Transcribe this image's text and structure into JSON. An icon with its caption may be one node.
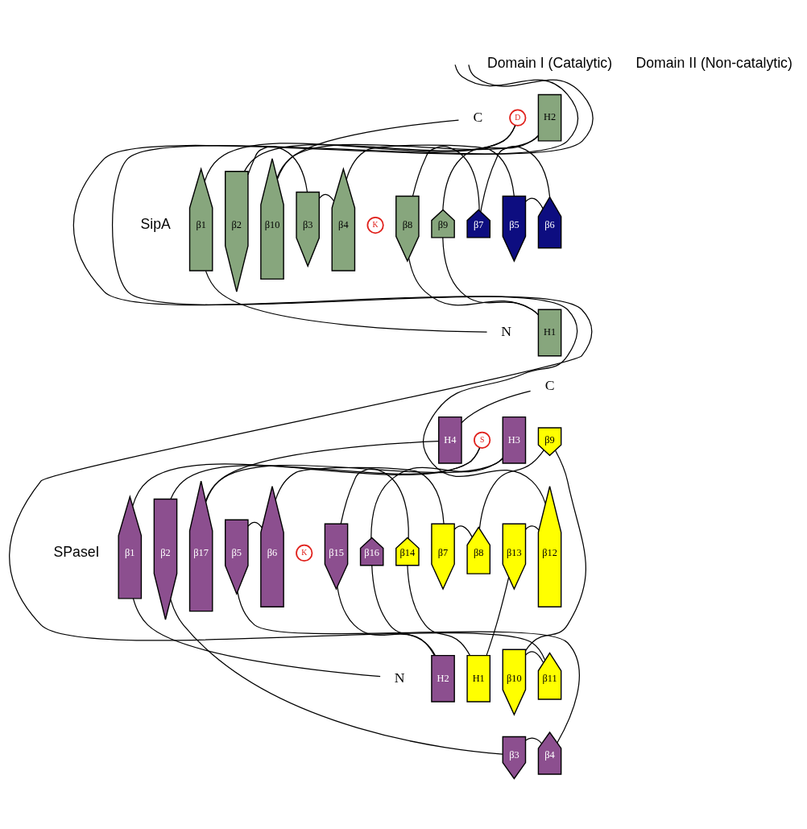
{
  "diagram": {
    "nodes": [
      {
        "text": [
          "N"
        ]
      },
      {
        "text": [
          "β1"
        ]
      },
      {
        "text": [
          "D"
        ]
      },
      {
        "text": [
          "β2"
        ]
      },
      {
        "text": [
          "β10"
        ]
      },
      {
        "text": [
          "C"
        ]
      },
      {
        "text": [
          "β3"
        ]
      },
      {
        "text": [
          "β4"
        ]
      },
      {
        "text": [
          "K"
        ]
      },
      {
        "text": [
          "β8"
        ]
      },
      {
        "text": [
          "H2"
        ]
      },
      {
        "text": [
          "β9"
        ]
      },
      {
        "text": [
          "H1"
        ]
      },
      {
        "text": [
          "β7"
        ]
      },
      {
        "text": [
          "β5"
        ]
      },
      {
        "text": [
          "β6"
        ]
      },
      {
        "text": [
          "C"
        ]
      },
      {
        "text": [
          "H4"
        ]
      },
      {
        "text": [
          "S"
        ]
      },
      {
        "text": [
          "β1"
        ]
      },
      {
        "text": [
          "β2"
        ]
      },
      {
        "text": [
          "β17"
        ]
      },
      {
        "text": [
          "β5"
        ]
      },
      {
        "text": [
          "β6"
        ]
      },
      {
        "text": [
          "K"
        ]
      },
      {
        "text": [
          "β15"
        ]
      },
      {
        "text": [
          "H3"
        ]
      },
      {
        "text": [
          "β16"
        ]
      },
      {
        "text": [
          "H2"
        ]
      },
      {
        "text": [
          "N"
        ]
      },
      {
        "text": [
          "β3"
        ]
      },
      {
        "text": [
          "β4"
        ]
      },
      {
        "text": [
          "β14"
        ]
      },
      {
        "text": [
          "H1"
        ]
      },
      {
        "text": [
          "β7"
        ]
      },
      {
        "text": [
          "β8"
        ]
      },
      {
        "text": [
          "β13"
        ]
      },
      {
        "text": [
          "β12"
        ]
      },
      {
        "text": [
          "β9"
        ]
      },
      {
        "text": [
          "β10"
        ]
      },
      {
        "text": [
          "β11"
        ]
      }
    ],
    "edges": [
      {
        "from": 0,
        "to": 1,
        "arrow": "none"
      },
      {
        "from": 1,
        "to": 2,
        "arrow": "none"
      },
      {
        "from": 2,
        "to": 3,
        "arrow": "none"
      },
      {
        "from": 3,
        "to": 6,
        "arrow": "none"
      },
      {
        "from": 6,
        "to": 7,
        "arrow": "none"
      },
      {
        "from": 7,
        "to": 14,
        "arrow": "none"
      },
      {
        "from": 14,
        "to": 15,
        "arrow": "none"
      },
      {
        "from": 15,
        "to": 13,
        "arrow": "none"
      },
      {
        "from": 13,
        "to": 9,
        "arrow": "none"
      },
      {
        "from": 9,
        "to": 12,
        "arrow": "none"
      },
      {
        "from": 12,
        "to": 11,
        "arrow": "none"
      },
      {
        "from": 11,
        "to": 10,
        "arrow": "none"
      },
      {
        "from": 10,
        "to": 4,
        "arrow": "none"
      },
      {
        "from": 4,
        "to": 5,
        "arrow": "none"
      },
      {
        "from": 29,
        "to": 19,
        "arrow": "none"
      },
      {
        "from": 19,
        "to": 18,
        "arrow": "none"
      },
      {
        "from": 18,
        "to": 20,
        "arrow": "none"
      },
      {
        "from": 20,
        "to": 30,
        "arrow": "none"
      },
      {
        "from": 30,
        "to": 31,
        "arrow": "none"
      },
      {
        "from": 31,
        "to": 22,
        "arrow": "none"
      },
      {
        "from": 22,
        "to": 23,
        "arrow": "none"
      },
      {
        "from": 23,
        "to": 34,
        "arrow": "none"
      },
      {
        "from": 34,
        "to": 35,
        "arrow": "none"
      },
      {
        "from": 35,
        "to": 38,
        "arrow": "none"
      },
      {
        "from": 38,
        "to": 39,
        "arrow": "none"
      },
      {
        "from": 39,
        "to": 40,
        "arrow": "none"
      },
      {
        "from": 40,
        "to": null,
        "arrow": "none"
      },
      {
        "from": null,
        "to": 37,
        "arrow": "none"
      },
      {
        "from": 37,
        "to": 36,
        "arrow": "none"
      },
      {
        "from": 36,
        "to": 33,
        "arrow": "none"
      },
      {
        "from": 33,
        "to": 32,
        "arrow": "none"
      },
      {
        "from": 32,
        "to": 25,
        "arrow": "none"
      },
      {
        "from": 25,
        "to": 28,
        "arrow": "none"
      },
      {
        "from": 28,
        "to": 27,
        "arrow": "none"
      },
      {
        "from": 27,
        "to": 26,
        "arrow": "none"
      },
      {
        "from": 26,
        "to": 21,
        "arrow": "none"
      },
      {
        "from": 21,
        "to": 17,
        "arrow": "none"
      },
      {
        "from": 17,
        "to": 16,
        "arrow": "none"
      }
    ],
    "labels": [
      "Domain I (Catalytic)",
      "Domain II (Non-catalytic)",
      "SipA",
      "SPaseI"
    ]
  }
}
